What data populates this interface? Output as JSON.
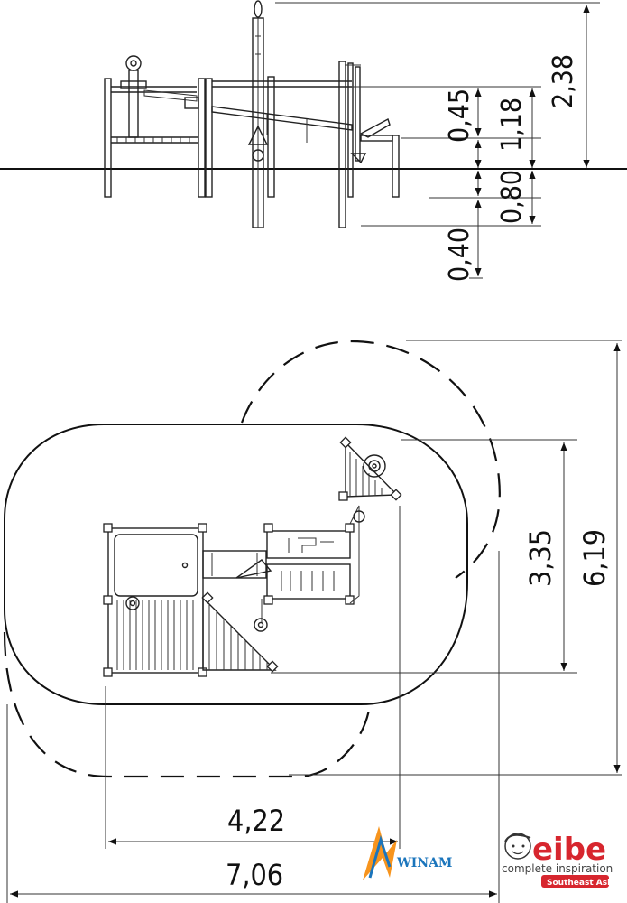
{
  "elevation": {
    "dims": {
      "total_height": "2,38",
      "upper": "0,45",
      "platform_height": "1,18",
      "below_ground": "0,80",
      "footing": "0,40"
    }
  },
  "plan": {
    "dims": {
      "depth": "3,35",
      "depth_safety": "6,19",
      "width": "4,22",
      "width_safety": "7,06"
    }
  },
  "logos": {
    "winam": "WINAM",
    "eibe": "eibe",
    "eibe_tagline": "complete inspiration",
    "eibe_region": "Southeast Asia"
  },
  "colors": {
    "line": "#222222",
    "eibe_red": "#d7262e",
    "winam_blue": "#1b75bc",
    "winam_orange": "#f7941d"
  }
}
